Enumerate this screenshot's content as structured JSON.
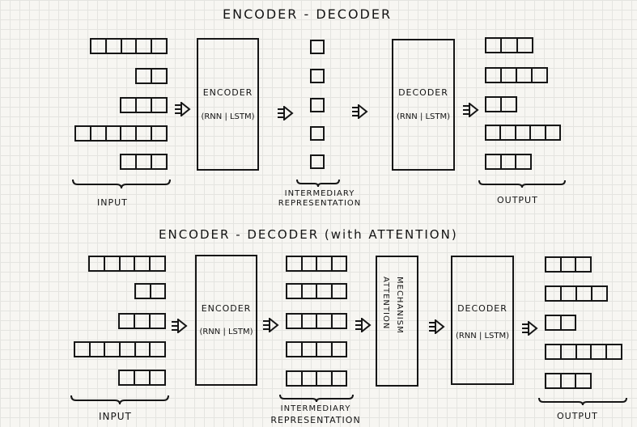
{
  "top": {
    "title": "ENCODER - DECODER",
    "encoder_label": "ENCODER",
    "encoder_sub": "(RNN | LSTM)",
    "decoder_label": "DECODER",
    "decoder_sub": "(RNN | LSTM)",
    "input_label": "INPUT",
    "intermediary_line1": "INTERMEDIARY",
    "intermediary_line2": "REPRESENTATION",
    "output_label": "OUTPUT"
  },
  "bottom": {
    "title": "ENCODER - DECODER (with ATTENTION)",
    "encoder_label": "ENCODER",
    "encoder_sub": "(RNN | LSTM)",
    "attention_line1": "ATTENTION",
    "attention_line2": "MECHANISM",
    "decoder_label": "DECODER",
    "decoder_sub": "(RNN | LSTM)",
    "input_label": "INPUT",
    "intermediary_line1": "INTERMEDIARY",
    "intermediary_line2": "REPRESENTATION",
    "output_label": "OUTPUT"
  }
}
